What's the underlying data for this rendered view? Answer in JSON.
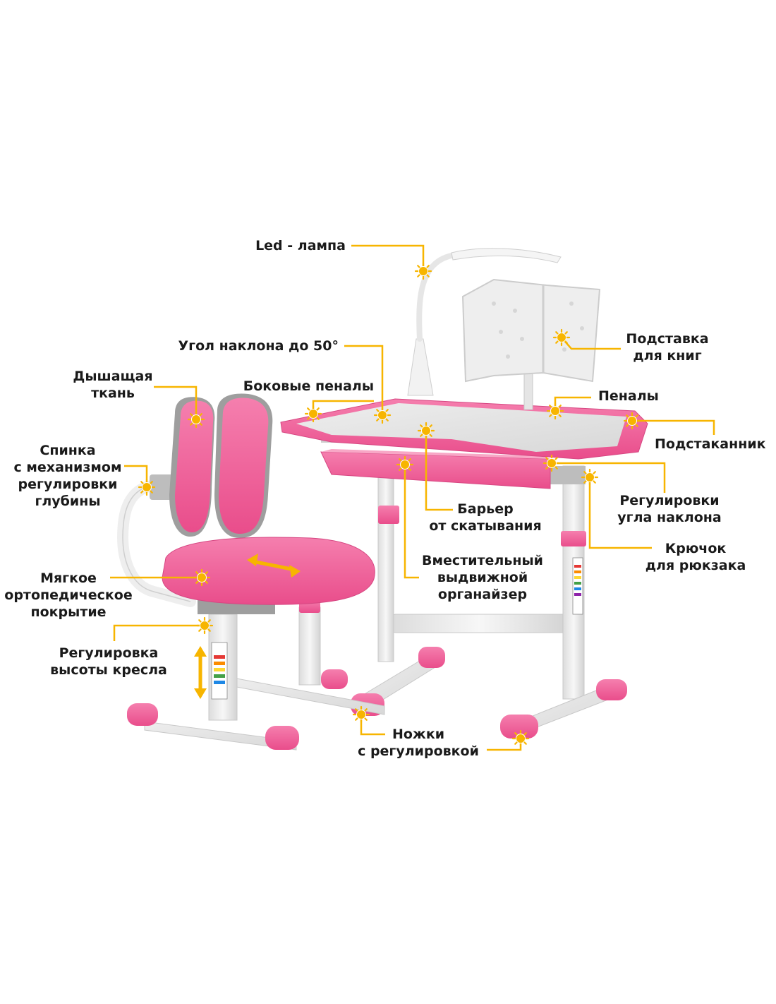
{
  "colors": {
    "accent": "#f7b500",
    "pink": "#f0609a",
    "pink_light": "#f8a7c6",
    "grey": "#d9d9d9",
    "white_frame": "#f2f2f2"
  },
  "icons": {
    "marker": "sun-marker-icon",
    "seat_arrow": "double-arrow-horizontal-icon",
    "height_arrow": "double-arrow-vertical-icon"
  },
  "labels": {
    "led_lamp": "Led - лампа",
    "tilt_angle": "Угол наклона до 50°",
    "book_stand": [
      "Подставка",
      "для книг"
    ],
    "side_cases": "Боковые пеналы",
    "pencil_cases": "Пеналы",
    "breathable_fabric": [
      "Дышащая",
      "ткань"
    ],
    "cup_holder": "Подстаканник",
    "backrest": [
      "Спинка",
      "с механизмом",
      "регулировки",
      "глубины"
    ],
    "tilt_adjust": [
      "Регулировки",
      "угла наклона"
    ],
    "anti_roll_barrier": [
      "Барьер",
      "от скатывания"
    ],
    "backpack_hook": [
      "Крючок",
      "для рюкзака"
    ],
    "organizer": [
      "Вместительный",
      "выдвижной",
      "органайзер"
    ],
    "soft_cover": [
      "Мягкое",
      "ортопедическое",
      "покрытие"
    ],
    "seat_height": [
      "Регулировка",
      "высоты кресла"
    ],
    "adjustable_feet": [
      "Ножки",
      "с регулировкой"
    ]
  }
}
